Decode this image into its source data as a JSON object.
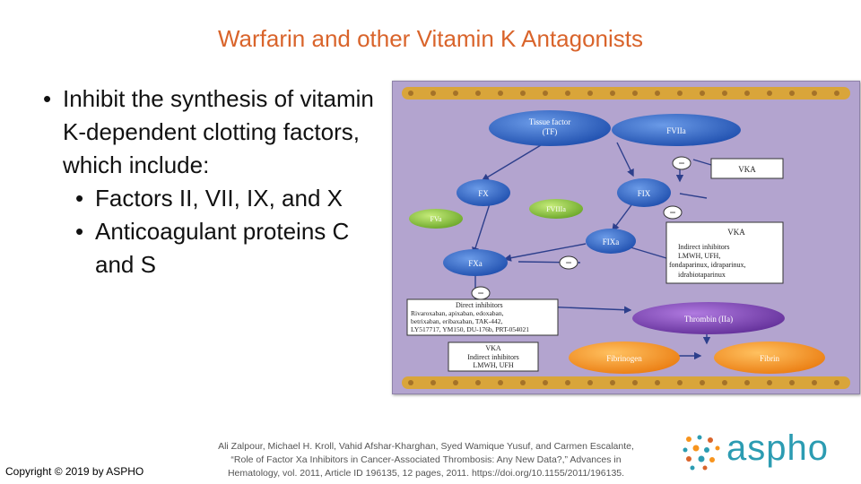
{
  "title": "Warfarin and other Vitamin K Antagonists",
  "bullets": {
    "main": "Inhibit the synthesis of vitamin K-dependent clotting factors, which include:",
    "sub": [
      "Factors II, VII, IX, and X",
      "Anticoagulant proteins C and S"
    ]
  },
  "diagram": {
    "tissue_factor": "Tissue factor",
    "tissue_factor_abbr": "(TF)",
    "fviia": "FVIIa",
    "vka_top": "VKA",
    "fx": "FX",
    "fix": "FIX",
    "fviiia": "FVIIIa",
    "fva": "FVa",
    "fixa": "FIXa",
    "fxa": "FXa",
    "vka_mid": "VKA",
    "indirect_inhibitors_lines": [
      "Indirect inhibitors",
      "LMWH, UFH,",
      "fondaparinux, idraparinux,",
      "idrabiotaparinux"
    ],
    "direct_inhibitors_lines": [
      "Direct inhibitors",
      "Rivaroxaban, apixaban, edoxaban,",
      "betrixaban, eribaxaban, TAK-442,",
      "LY517717, YM150, DU-176b, PRT-054021"
    ],
    "thrombin": "Thrombin (IIa)",
    "vka_bottom": "VKA",
    "bottom_inhibitor_lines": [
      "Indirect inhibitors",
      "LMWH, UFH"
    ],
    "fibrinogen": "Fibrinogen",
    "fibrin": "Fibrin",
    "minus": "−"
  },
  "citation_lines": [
    "Ali Zalpour, Michael H. Kroll, Vahid Afshar-Kharghan, Syed Wamique Yusuf, and Carmen Escalante,",
    "“Role of Factor Xa Inhibitors in Cancer-Associated Thrombosis: Any New Data?,” Advances in",
    "Hematology, vol. 2011, Article ID 196135, 12 pages, 2011. https://doi.org/10.1155/2011/196135."
  ],
  "copyright": "Copyright © 2019 by ASPHO",
  "logo_text": "aspho",
  "colors": {
    "title": "#d9642b",
    "logo": "#2c9cb2",
    "panel": "#b3a4cf",
    "blue_node": "#2f63c4",
    "green_node": "#8cc63f",
    "purple_node": "#7d3fb5",
    "orange_node": "#f7941d"
  }
}
